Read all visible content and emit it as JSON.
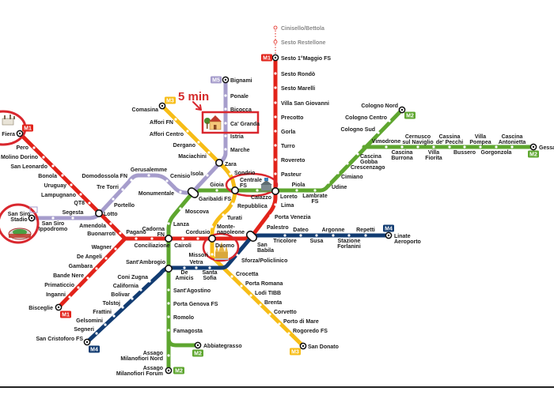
{
  "annotation": {
    "walk_time": "5 min",
    "highlight_color": "#d9272e"
  },
  "icons": [
    "home-icon",
    "duomo-cathedral-icon",
    "central-station-icon",
    "rho-fiera-icon",
    "san-siro-stadium-icon"
  ],
  "lines": [
    {
      "id": "M1",
      "badge": "M1",
      "color": "#e2231a",
      "stations": [
        "Cinisello/Bettola",
        "Sesto Restellone",
        "Sesto 1°Maggio FS",
        "Sesto Rondò",
        "Sesto Marelli",
        "Villa San Giovanni",
        "Precotto",
        "Gorla",
        "Turro",
        "Rovereto",
        "Pasteur",
        "Loreto",
        "Lima",
        "Porta Venezia",
        "Palestro",
        "San\nBabila",
        "Cordusio",
        "Cairoli",
        "Cadorna\nFN",
        "Conciliazione",
        "Pagano",
        "Buonarroti",
        "Amendola",
        "Lotto",
        "QT8",
        "Lampugnano",
        "Uruguay",
        "Bonola",
        "San Leonardo",
        "Molino Dorino",
        "Pero",
        "Rho Fiera",
        "Wagner",
        "De Angeli",
        "Gambara",
        "Bande Nere",
        "Primaticcio",
        "Inganni",
        "Bisceglie"
      ]
    },
    {
      "id": "M2",
      "badge": "M2",
      "color": "#5ea62f",
      "stations": [
        "Assago\nMilanofiori Forum",
        "Assago\nMilanofiori Nord",
        "Abbiategrasso",
        "Famagosta",
        "Romolo",
        "Porta Genova FS",
        "Sant'Agostino",
        "Sant'Ambrogio",
        "Lanza",
        "Moscova",
        "Garibaldi FS",
        "Gioia",
        "Centrale\nFS",
        "Caiazzo",
        "Piola",
        "Lambrate\nFS",
        "Udine",
        "Cimiano",
        "Crescenzago",
        "Cascina\nGobba",
        "Cologno Sud",
        "Cologno Centro",
        "Cologno Nord",
        "Vimodrone",
        "Cascina\nBurrona",
        "Cernusco\nsul Naviglio",
        "Villa\nFiorita",
        "Cassina\nde' Pecchi",
        "Bussero",
        "Villa\nPompea",
        "Gorgonzola",
        "Cascina\nAntonietta",
        "Gessate"
      ]
    },
    {
      "id": "M3",
      "badge": "M3",
      "color": "#f7bd17",
      "stations": [
        "Comasina",
        "Affori FN",
        "Affori Centro",
        "Dergano",
        "Maciachini",
        "Zara",
        "Sondrio",
        "Repubblica",
        "Turati",
        "Monte-\nnapoleone",
        "Duomo",
        "Missori",
        "Crocetta",
        "Porta Romana",
        "Lodi TIBB",
        "Brenta",
        "Corvetto",
        "Porto di Mare",
        "Rogoredo FS",
        "San Donato"
      ]
    },
    {
      "id": "M4",
      "badge": "M4",
      "color": "#123c72",
      "stations": [
        "San Cristoforo FS",
        "Segneri",
        "Gelsomini",
        "Frattini",
        "Tolstoj",
        "Bolivar",
        "California",
        "Coni Zugna",
        "De\nAmicis",
        "Vetra",
        "Santa\nSofia",
        "Sforza/Policlinico",
        "Tricolore",
        "Dateo",
        "Susa",
        "Argonne",
        "Stazione\nForlanini",
        "Repetti",
        "Linate\nAeroporto"
      ]
    },
    {
      "id": "M5",
      "badge": "M5",
      "color": "#a69dcc",
      "stations": [
        "Bignami",
        "Ponale",
        "Bicocca",
        "Ca' Granda",
        "Istria",
        "Marche",
        "Isola",
        "Monumentale",
        "Cenisio",
        "Gerusalemme",
        "Domodossola FN",
        "Tre Torri",
        "Portello",
        "Segesta",
        "San Siro\nIppodromo",
        "San Siro\nStadio"
      ]
    }
  ]
}
